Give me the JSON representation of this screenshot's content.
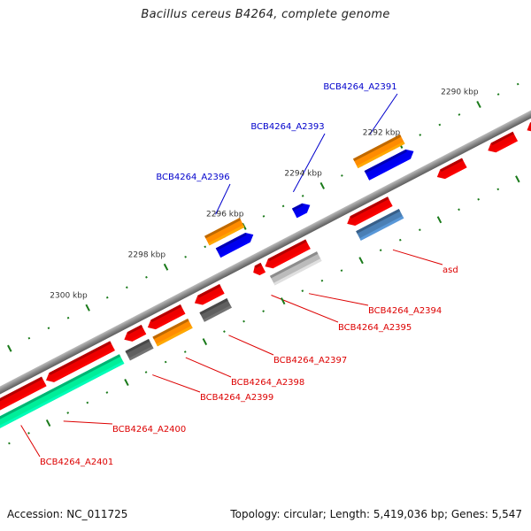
{
  "title": "Bacillus cereus B4264, complete genome",
  "footer": {
    "accession": "Accession: NC_011725",
    "summary": "Topology: circular; Length: 5,419,036 bp; Genes: 5,547"
  },
  "colors": {
    "backbone": "#8a8a8a",
    "tick": "#1a7a1a",
    "label_forward": "#0000cc",
    "label_reverse": "#dd0000"
  },
  "chart_data": {
    "type": "genome-map",
    "title": "Bacillus cereus B4264, complete genome",
    "axis_unit": "kbp",
    "axis_range_kbp": [
      2288.5,
      2301.5
    ],
    "tick_labels": [
      {
        "kbp": 2290,
        "text": "2290 kbp"
      },
      {
        "kbp": 2292,
        "text": "2292 kbp"
      },
      {
        "kbp": 2294,
        "text": "2294 kbp"
      },
      {
        "kbp": 2296,
        "text": "2296 kbp"
      },
      {
        "kbp": 2298,
        "text": "2298 kbp"
      },
      {
        "kbp": 2300,
        "text": "2300 kbp"
      }
    ],
    "features": [
      {
        "track": "fwd-gene",
        "start": 2291.9,
        "end": 2293.1,
        "strand": "+",
        "color": "#ff8c00",
        "label": "BCB4264_A2391",
        "label_color": "#0000cc"
      },
      {
        "track": "fwd-cds",
        "start": 2291.8,
        "end": 2293.0,
        "strand": "+",
        "color": "#0000ee",
        "label": ""
      },
      {
        "track": "fwd-cds",
        "start": 2294.45,
        "end": 2294.85,
        "strand": "+",
        "color": "#0000ee",
        "label": "BCB4264_A2393",
        "label_color": "#0000cc"
      },
      {
        "track": "fwd-gene",
        "start": 2296.0,
        "end": 2296.9,
        "strand": "+",
        "color": "#ff8c00",
        "label": "BCB4264_A2396",
        "label_color": "#0000cc"
      },
      {
        "track": "fwd-cds",
        "start": 2295.9,
        "end": 2296.8,
        "strand": "+",
        "color": "#0000ee",
        "label": ""
      },
      {
        "track": "rev-cds",
        "start": 2288.6,
        "end": 2289.3,
        "strand": "-",
        "color": "#ee0000",
        "label": ""
      },
      {
        "track": "rev-cds",
        "start": 2289.6,
        "end": 2290.3,
        "strand": "-",
        "color": "#ee0000",
        "label": ""
      },
      {
        "track": "rev-cds",
        "start": 2290.9,
        "end": 2291.6,
        "strand": "-",
        "color": "#ee0000",
        "label": ""
      },
      {
        "track": "rev-cds",
        "start": 2292.8,
        "end": 2293.9,
        "strand": "-",
        "color": "#ee0000",
        "label": ""
      },
      {
        "track": "rev-gene",
        "start": 2292.7,
        "end": 2293.8,
        "strand": "-",
        "color": "#4a7fb5",
        "label": "asd",
        "label_color": "#dd0000"
      },
      {
        "track": "rev-cds",
        "start": 2294.9,
        "end": 2296.0,
        "strand": "-",
        "color": "#ee0000",
        "label": ""
      },
      {
        "track": "rev-gene",
        "start": 2294.8,
        "end": 2296.0,
        "strand": "-",
        "color": "#bbbbbb",
        "label": "BCB4264_A2394",
        "label_color": "#dd0000"
      },
      {
        "track": "rev-cds",
        "start": 2296.05,
        "end": 2296.3,
        "strand": "-",
        "color": "#ee0000",
        "label": "BCB4264_A2395",
        "label_color": "#dd0000"
      },
      {
        "track": "rev-cds",
        "start": 2297.1,
        "end": 2297.8,
        "strand": "-",
        "color": "#ee0000",
        "label": ""
      },
      {
        "track": "rev-gene",
        "start": 2297.1,
        "end": 2297.8,
        "strand": "-",
        "color": "#606060",
        "label": "BCB4264_A2397",
        "label_color": "#dd0000"
      },
      {
        "track": "rev-cds",
        "start": 2298.1,
        "end": 2299.0,
        "strand": "-",
        "color": "#ee0000",
        "label": ""
      },
      {
        "track": "rev-gene",
        "start": 2298.1,
        "end": 2299.0,
        "strand": "-",
        "color": "#ff8c00",
        "label": "BCB4264_A2398",
        "label_color": "#dd0000"
      },
      {
        "track": "rev-cds",
        "start": 2299.1,
        "end": 2299.6,
        "strand": "-",
        "color": "#ee0000",
        "label": ""
      },
      {
        "track": "rev-gene",
        "start": 2299.1,
        "end": 2299.7,
        "strand": "-",
        "color": "#606060",
        "label": "BCB4264_A2399",
        "label_color": "#dd0000"
      },
      {
        "track": "rev-cds",
        "start": 2299.9,
        "end": 2301.6,
        "strand": "-",
        "color": "#ee0000",
        "label": ""
      },
      {
        "track": "rev-gene",
        "start": 2299.85,
        "end": 2303.5,
        "strand": "-",
        "color": "#00ee99",
        "label": "BCB4264_A2400",
        "label_color": "#dd0000"
      },
      {
        "track": "rev-cds",
        "start": 2301.65,
        "end": 2303.5,
        "strand": "-",
        "color": "#ee0000",
        "label": "BCB4264_A2401",
        "label_color": "#dd0000"
      }
    ]
  },
  "labels": [
    {
      "text": "BCB4264_A2391",
      "color": "#0000cc"
    },
    {
      "text": "BCB4264_A2393",
      "color": "#0000cc"
    },
    {
      "text": "BCB4264_A2396",
      "color": "#0000cc"
    },
    {
      "text": "asd",
      "color": "#dd0000"
    },
    {
      "text": "BCB4264_A2394",
      "color": "#dd0000"
    },
    {
      "text": "BCB4264_A2395",
      "color": "#dd0000"
    },
    {
      "text": "BCB4264_A2397",
      "color": "#dd0000"
    },
    {
      "text": "BCB4264_A2398",
      "color": "#dd0000"
    },
    {
      "text": "BCB4264_A2399",
      "color": "#dd0000"
    },
    {
      "text": "BCB4264_A2400",
      "color": "#dd0000"
    },
    {
      "text": "BCB4264_A2401",
      "color": "#dd0000"
    }
  ]
}
